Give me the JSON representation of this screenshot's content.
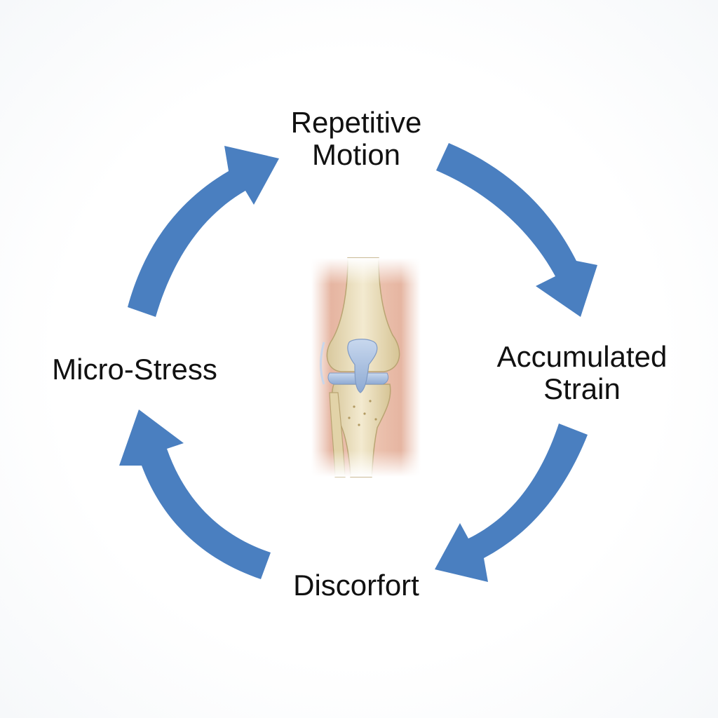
{
  "diagram": {
    "steps": [
      {
        "id": "top",
        "lines": [
          "Repetitive",
          "Motion"
        ]
      },
      {
        "id": "right",
        "lines": [
          "Accumulated",
          "Strain"
        ]
      },
      {
        "id": "bottom",
        "lines": [
          "Discorfort"
        ]
      },
      {
        "id": "left",
        "lines": [
          "Micro-Stress"
        ]
      }
    ],
    "center_image": "knee-joint-illustration",
    "colors": {
      "arrow": "#4a7fc0",
      "bone": "#e8dcb8",
      "cartilage": "#a9c2e0",
      "tissue": "#e6b7a3",
      "text": "#111111"
    }
  }
}
